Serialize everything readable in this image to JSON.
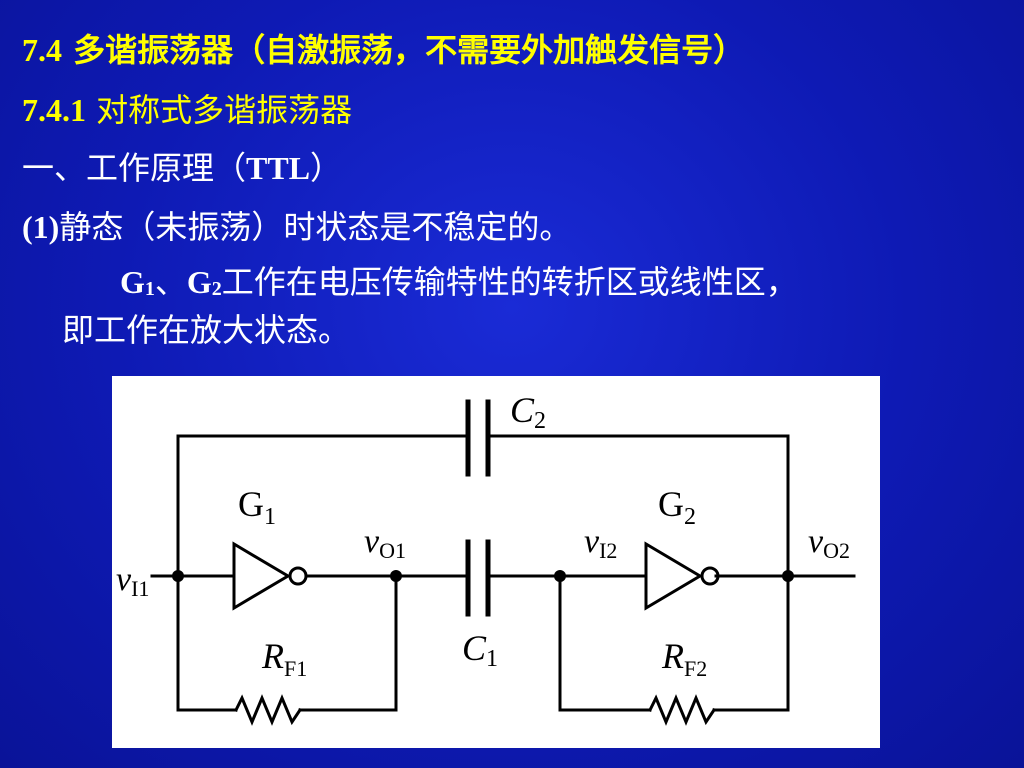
{
  "slide": {
    "heading1": {
      "num": "7.4",
      "text": " 多谐振荡器（自激振荡，不需要外加触发信号）"
    },
    "heading2": {
      "num": "7.4.1",
      "text": " 对称式多谐振荡器"
    },
    "section": {
      "text1": "一、工作原理（",
      "ttl": "TTL",
      "text2": "）"
    },
    "point1": {
      "num": "(1)",
      "text": "静态（未振荡）时状态是不稳定的。"
    },
    "explain": {
      "g1": "G",
      "g1_sub": "1",
      "sep": "、",
      "g2": "G",
      "g2_sub": "2",
      "text": "工作在电压传输特性的转折区或线性区，",
      "line2": "即工作在放大状态。"
    }
  },
  "circuit": {
    "labels": {
      "c2": "C",
      "c2_sub": "2",
      "c1": "C",
      "c1_sub": "1",
      "g1": "G",
      "g1_sub": "1",
      "g2": "G",
      "g2_sub": "2",
      "vi1": "v",
      "vi1_sub": "I1",
      "vo1": "v",
      "vo1_sub": "O1",
      "vi2": "v",
      "vi2_sub": "I2",
      "vo2": "v",
      "vo2_sub": "O2",
      "rf1": "R",
      "rf1_sub": "F1",
      "rf2": "R",
      "rf2_sub": "F2"
    }
  }
}
